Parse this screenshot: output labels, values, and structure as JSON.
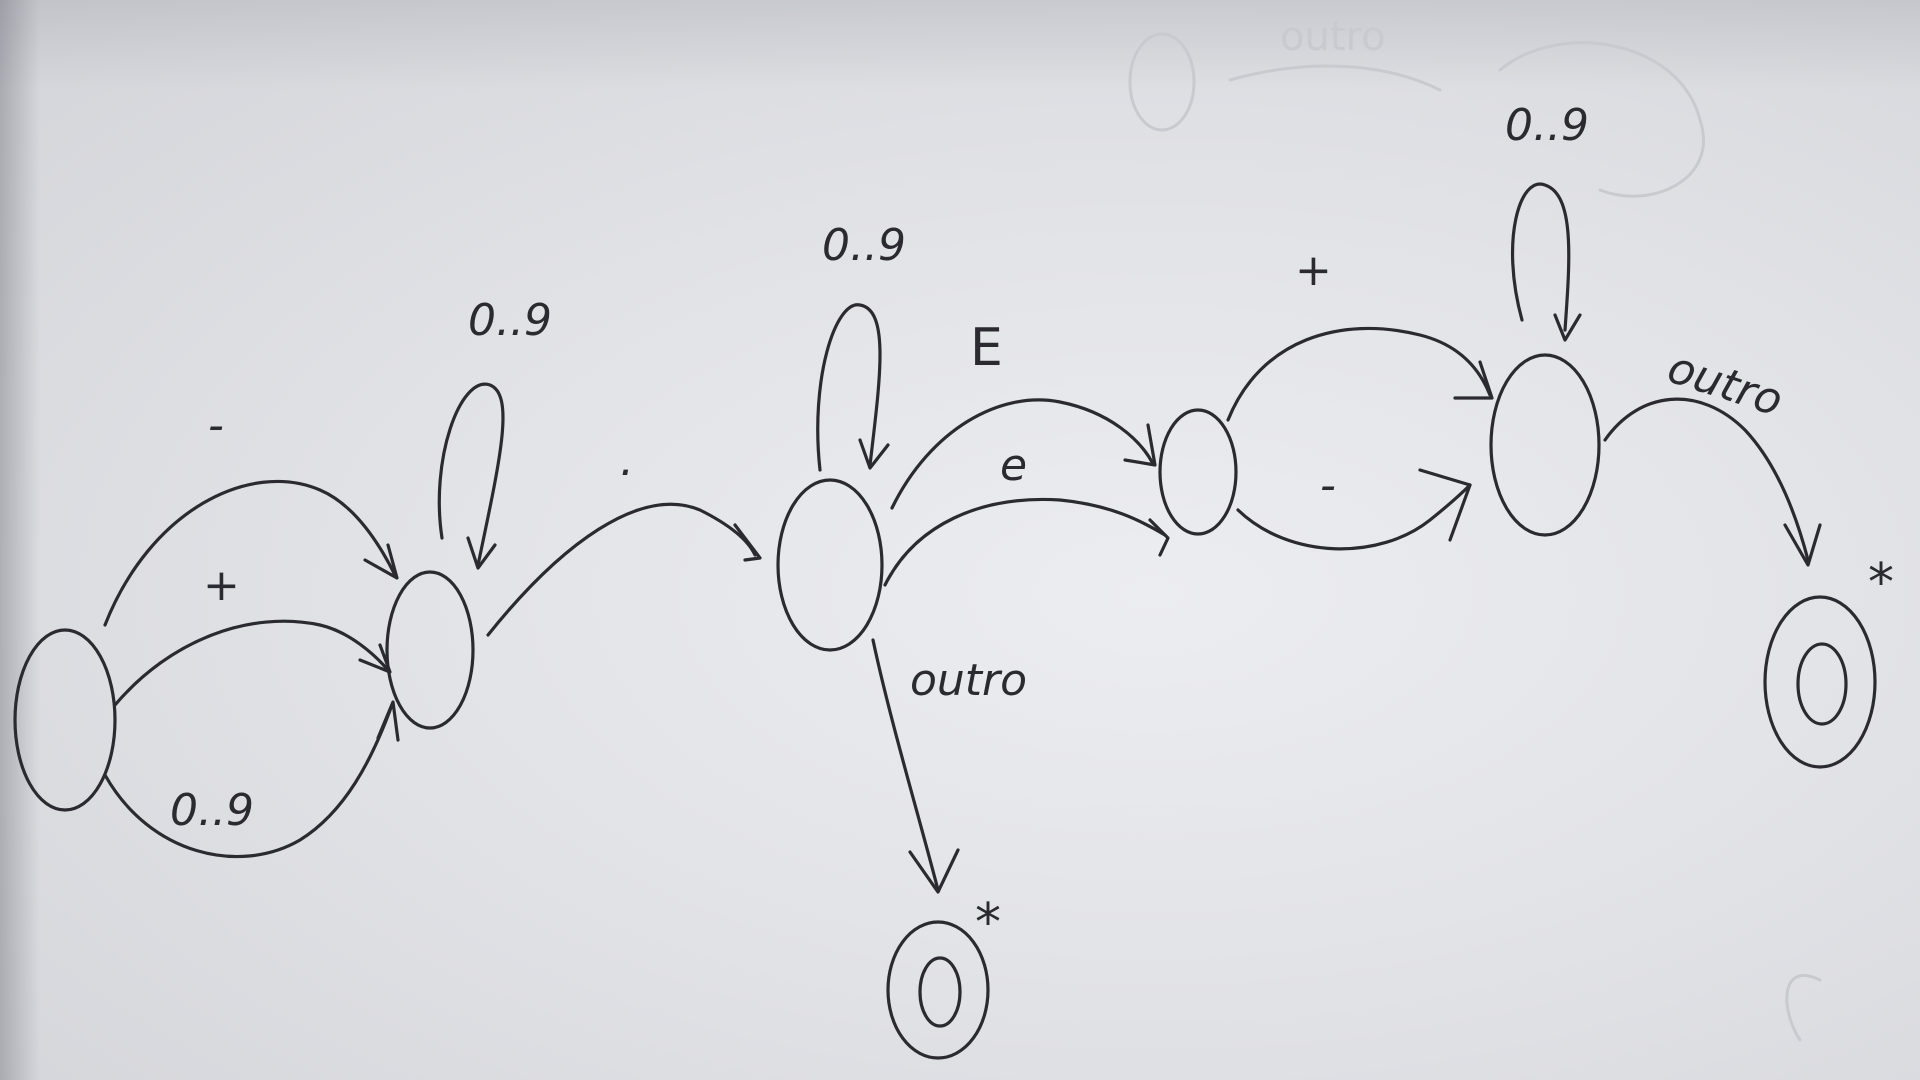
{
  "diagram": {
    "states": [
      {
        "id": "q0",
        "accepting": false
      },
      {
        "id": "q1",
        "accepting": false
      },
      {
        "id": "q2",
        "accepting": false
      },
      {
        "id": "q3",
        "accepting": false
      },
      {
        "id": "q4",
        "accepting": false
      },
      {
        "id": "q5",
        "accepting": true,
        "mark": "*"
      },
      {
        "id": "q6",
        "accepting": true,
        "mark": "*"
      }
    ],
    "transitions": [
      {
        "from": "q0",
        "to": "q1",
        "label": "-"
      },
      {
        "from": "q0",
        "to": "q1",
        "label": "+"
      },
      {
        "from": "q0",
        "to": "q1",
        "label": "0..9"
      },
      {
        "from": "q1",
        "to": "q1",
        "label": "0..9"
      },
      {
        "from": "q1",
        "to": "q2",
        "label": "."
      },
      {
        "from": "q2",
        "to": "q2",
        "label": "0..9"
      },
      {
        "from": "q2",
        "to": "q3",
        "label": "E"
      },
      {
        "from": "q2",
        "to": "q3",
        "label": "e"
      },
      {
        "from": "q2",
        "to": "q5",
        "label": "outro"
      },
      {
        "from": "q3",
        "to": "q4",
        "label": "+"
      },
      {
        "from": "q3",
        "to": "q4",
        "label": "-"
      },
      {
        "from": "q4",
        "to": "q4",
        "label": "0..9"
      },
      {
        "from": "q4",
        "to": "q6",
        "label": "outro"
      }
    ],
    "ghost_text": "outro"
  }
}
